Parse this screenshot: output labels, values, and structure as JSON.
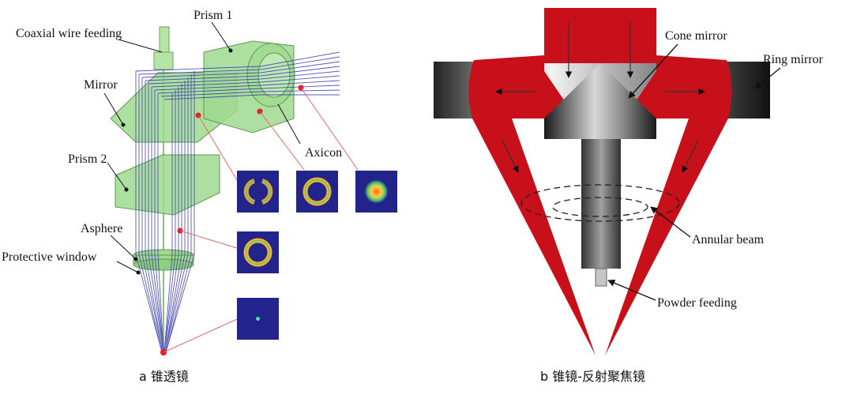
{
  "panel_a": {
    "caption": "a  锥透镜",
    "labels": {
      "prism1": "Prism 1",
      "coaxial": "Coaxial wire feeding",
      "mirror": "Mirror",
      "prism2": "Prism 2",
      "axicon": "Axicon",
      "asphere": "Asphere",
      "window": "Protective window"
    }
  },
  "panel_b": {
    "caption": "b  锥镜-反射聚焦镜",
    "labels": {
      "cone": "Cone mirror",
      "ring": "Ring mirror",
      "annular": "Annular beam",
      "powder": "Powder feeding"
    }
  },
  "colors": {
    "glass_green": "#9fd98f",
    "ray_blue": "#3b3bb0",
    "beam_red": "#c8101a",
    "marker_red": "#e02020",
    "spot_bg": "#23238c"
  }
}
